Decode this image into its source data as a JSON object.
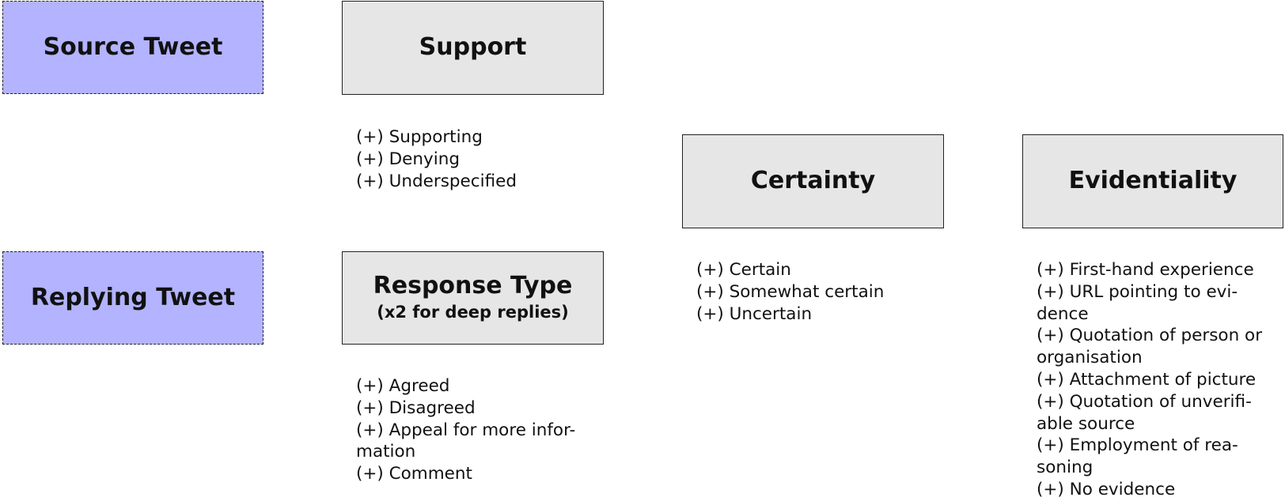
{
  "boxes": {
    "source_tweet": {
      "title": "Source Tweet"
    },
    "replying_tweet": {
      "title": "Replying Tweet"
    },
    "support": {
      "title": "Support"
    },
    "response_type": {
      "title": "Response Type",
      "subtitle": "(x2 for deep replies)"
    },
    "certainty": {
      "title": "Certainty"
    },
    "evidentiality": {
      "title": "Evidentiality"
    }
  },
  "lists": {
    "support": [
      "(+) Supporting",
      "(+) Denying",
      "(+) Underspecified"
    ],
    "response_type": [
      "(+) Agreed",
      "(+) Disagreed",
      "(+) Appeal for more infor-",
      "mation",
      "(+) Comment"
    ],
    "certainty": [
      "(+) Certain",
      "(+) Somewhat certain",
      "(+) Uncertain"
    ],
    "evidentiality": [
      "(+) First-hand experience",
      "(+) URL pointing to evi-",
      "dence",
      "(+) Quotation of person or",
      "organisation",
      "(+) Attachment of picture",
      "(+) Quotation of unverifi-",
      "able source",
      "(+) Employment of rea-",
      "soning",
      "(+) No evidence"
    ]
  },
  "colors": {
    "tweet_box_fill": "#b3b3ff",
    "category_box_fill": "#e6e6e6",
    "border": "#222222"
  }
}
